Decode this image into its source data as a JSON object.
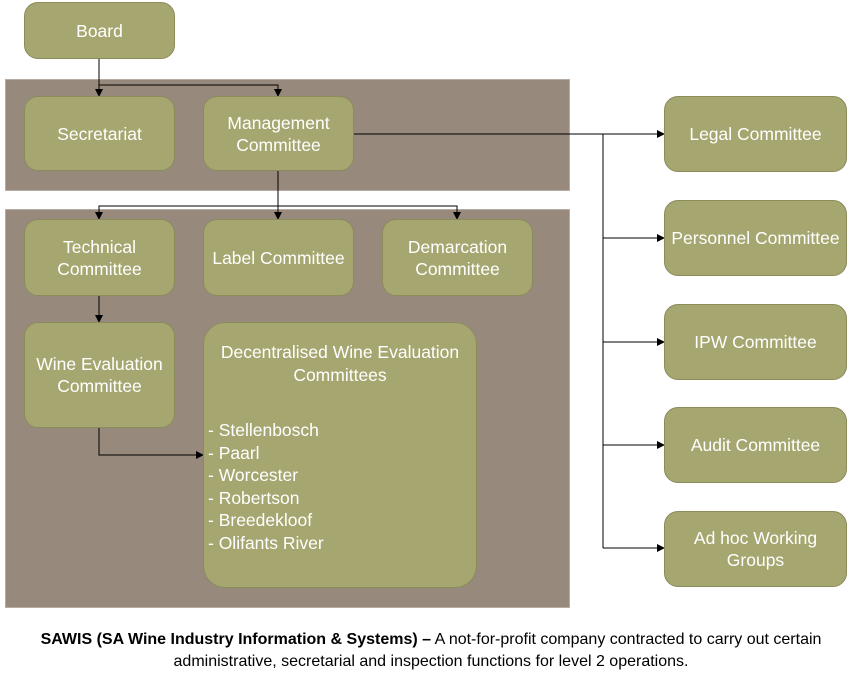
{
  "nodes": {
    "board": "Board",
    "secretariat": "Secretariat",
    "management": "Management Committee",
    "technical": "Technical Committee",
    "label": "Label Committee",
    "demarcation": "Demarcation Committee",
    "wine_eval": "Wine Evaluation Committee",
    "decentralised": {
      "title": "Decentralised Wine  Evaluation Committees",
      "items": [
        "- Stellenbosch",
        "- Paarl",
        "- Worcester",
        "- Robertson",
        "- Breedekloof",
        "- Olifants River"
      ]
    },
    "legal": "Legal Committee",
    "personnel": "Personnel Committee",
    "ipw": "IPW Committee",
    "audit": "Audit Committee",
    "adhoc": "Ad hoc Working Groups"
  },
  "caption": {
    "bold": "SAWIS (SA Wine Industry Information & Systems) –",
    "text": " A not-for-profit company contracted to carry out certain administrative, secretarial and inspection functions for level 2 operations."
  },
  "colors": {
    "node_fill": "#a6a670",
    "panel_fill": "#978a7d",
    "connector": "#000000"
  }
}
